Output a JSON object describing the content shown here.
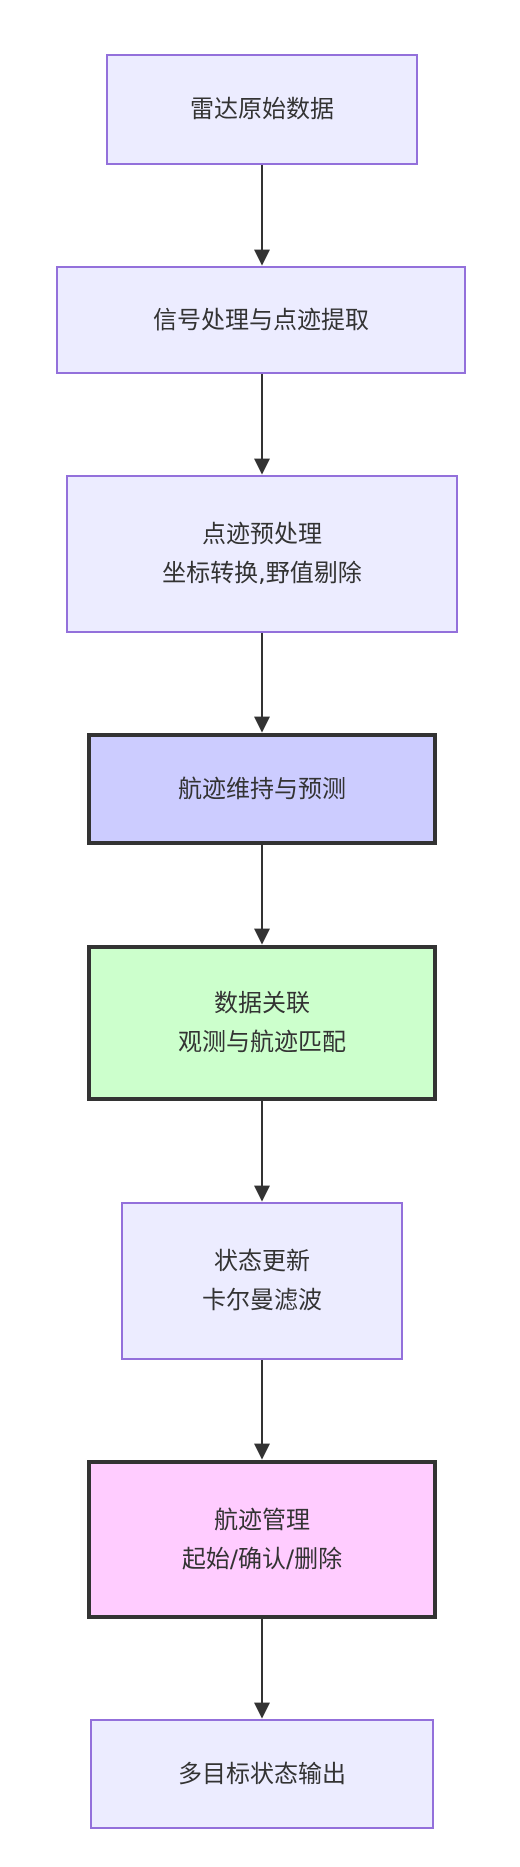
{
  "colors": {
    "default_fill": "#ececff",
    "default_border": "#9370db",
    "emphasis_border": "#333333",
    "maintain_fill": "#ccccff",
    "association_fill": "#ccffcc",
    "management_fill": "#ffccff",
    "arrow": "#333333",
    "text": "#333333"
  },
  "nodes": [
    {
      "lines": [
        "雷达原始数据"
      ],
      "style": "default"
    },
    {
      "lines": [
        "信号处理与点迹提取"
      ],
      "style": "default"
    },
    {
      "lines": [
        "点迹预处理",
        "坐标转换,野值剔除"
      ],
      "style": "default"
    },
    {
      "lines": [
        "航迹维持与预测"
      ],
      "style": "maintain"
    },
    {
      "lines": [
        "数据关联",
        "观测与航迹匹配"
      ],
      "style": "association"
    },
    {
      "lines": [
        "状态更新",
        "卡尔曼滤波"
      ],
      "style": "default"
    },
    {
      "lines": [
        "航迹管理",
        "起始/确认/删除"
      ],
      "style": "management"
    },
    {
      "lines": [
        "多目标状态输出"
      ],
      "style": "default"
    }
  ]
}
